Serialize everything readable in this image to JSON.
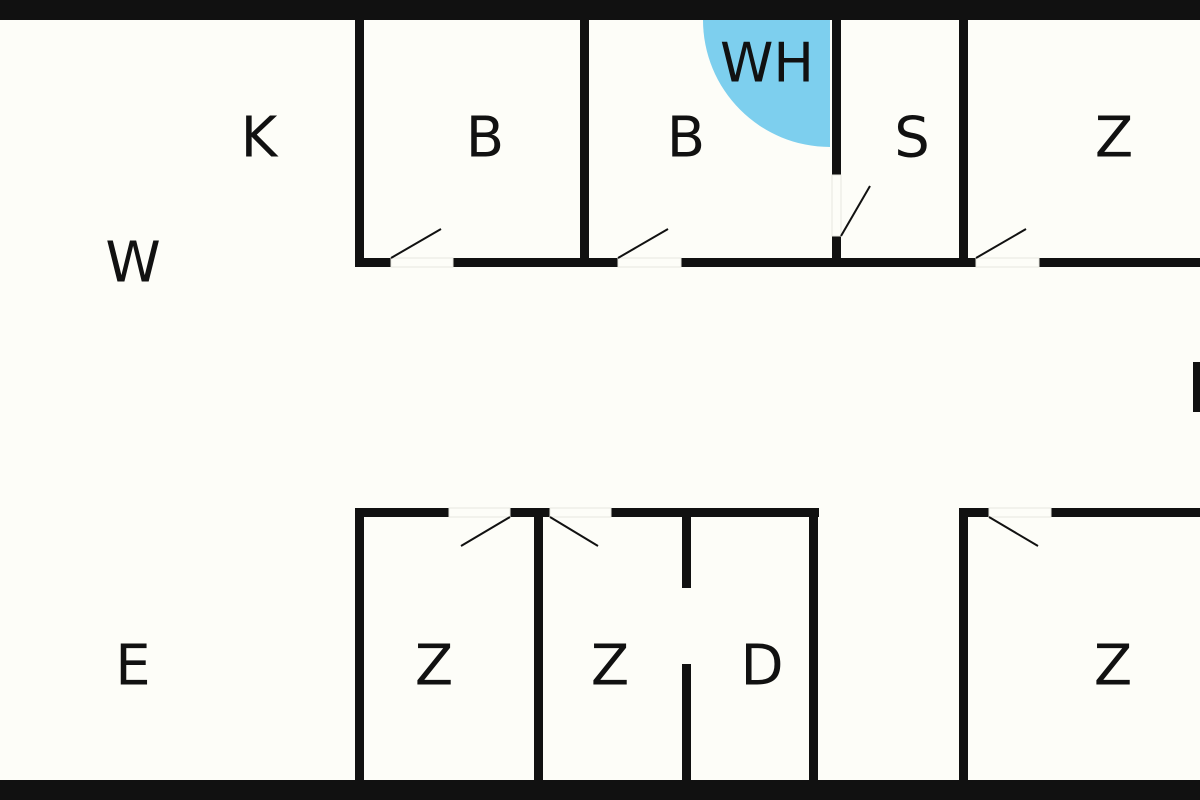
{
  "colors": {
    "background": "#fdfdf8",
    "wall": "#111111",
    "water_heater_fill": "#7dcfee"
  },
  "rooms": {
    "k": "K",
    "w": "W",
    "e": "E",
    "bath_1": "B",
    "bath_2": "B",
    "water_heater": "WH",
    "storage": "S",
    "room_top_right": "Z",
    "room_bottom_1": "Z",
    "room_bottom_2": "Z",
    "shower": "D",
    "room_bottom_right": "Z"
  }
}
